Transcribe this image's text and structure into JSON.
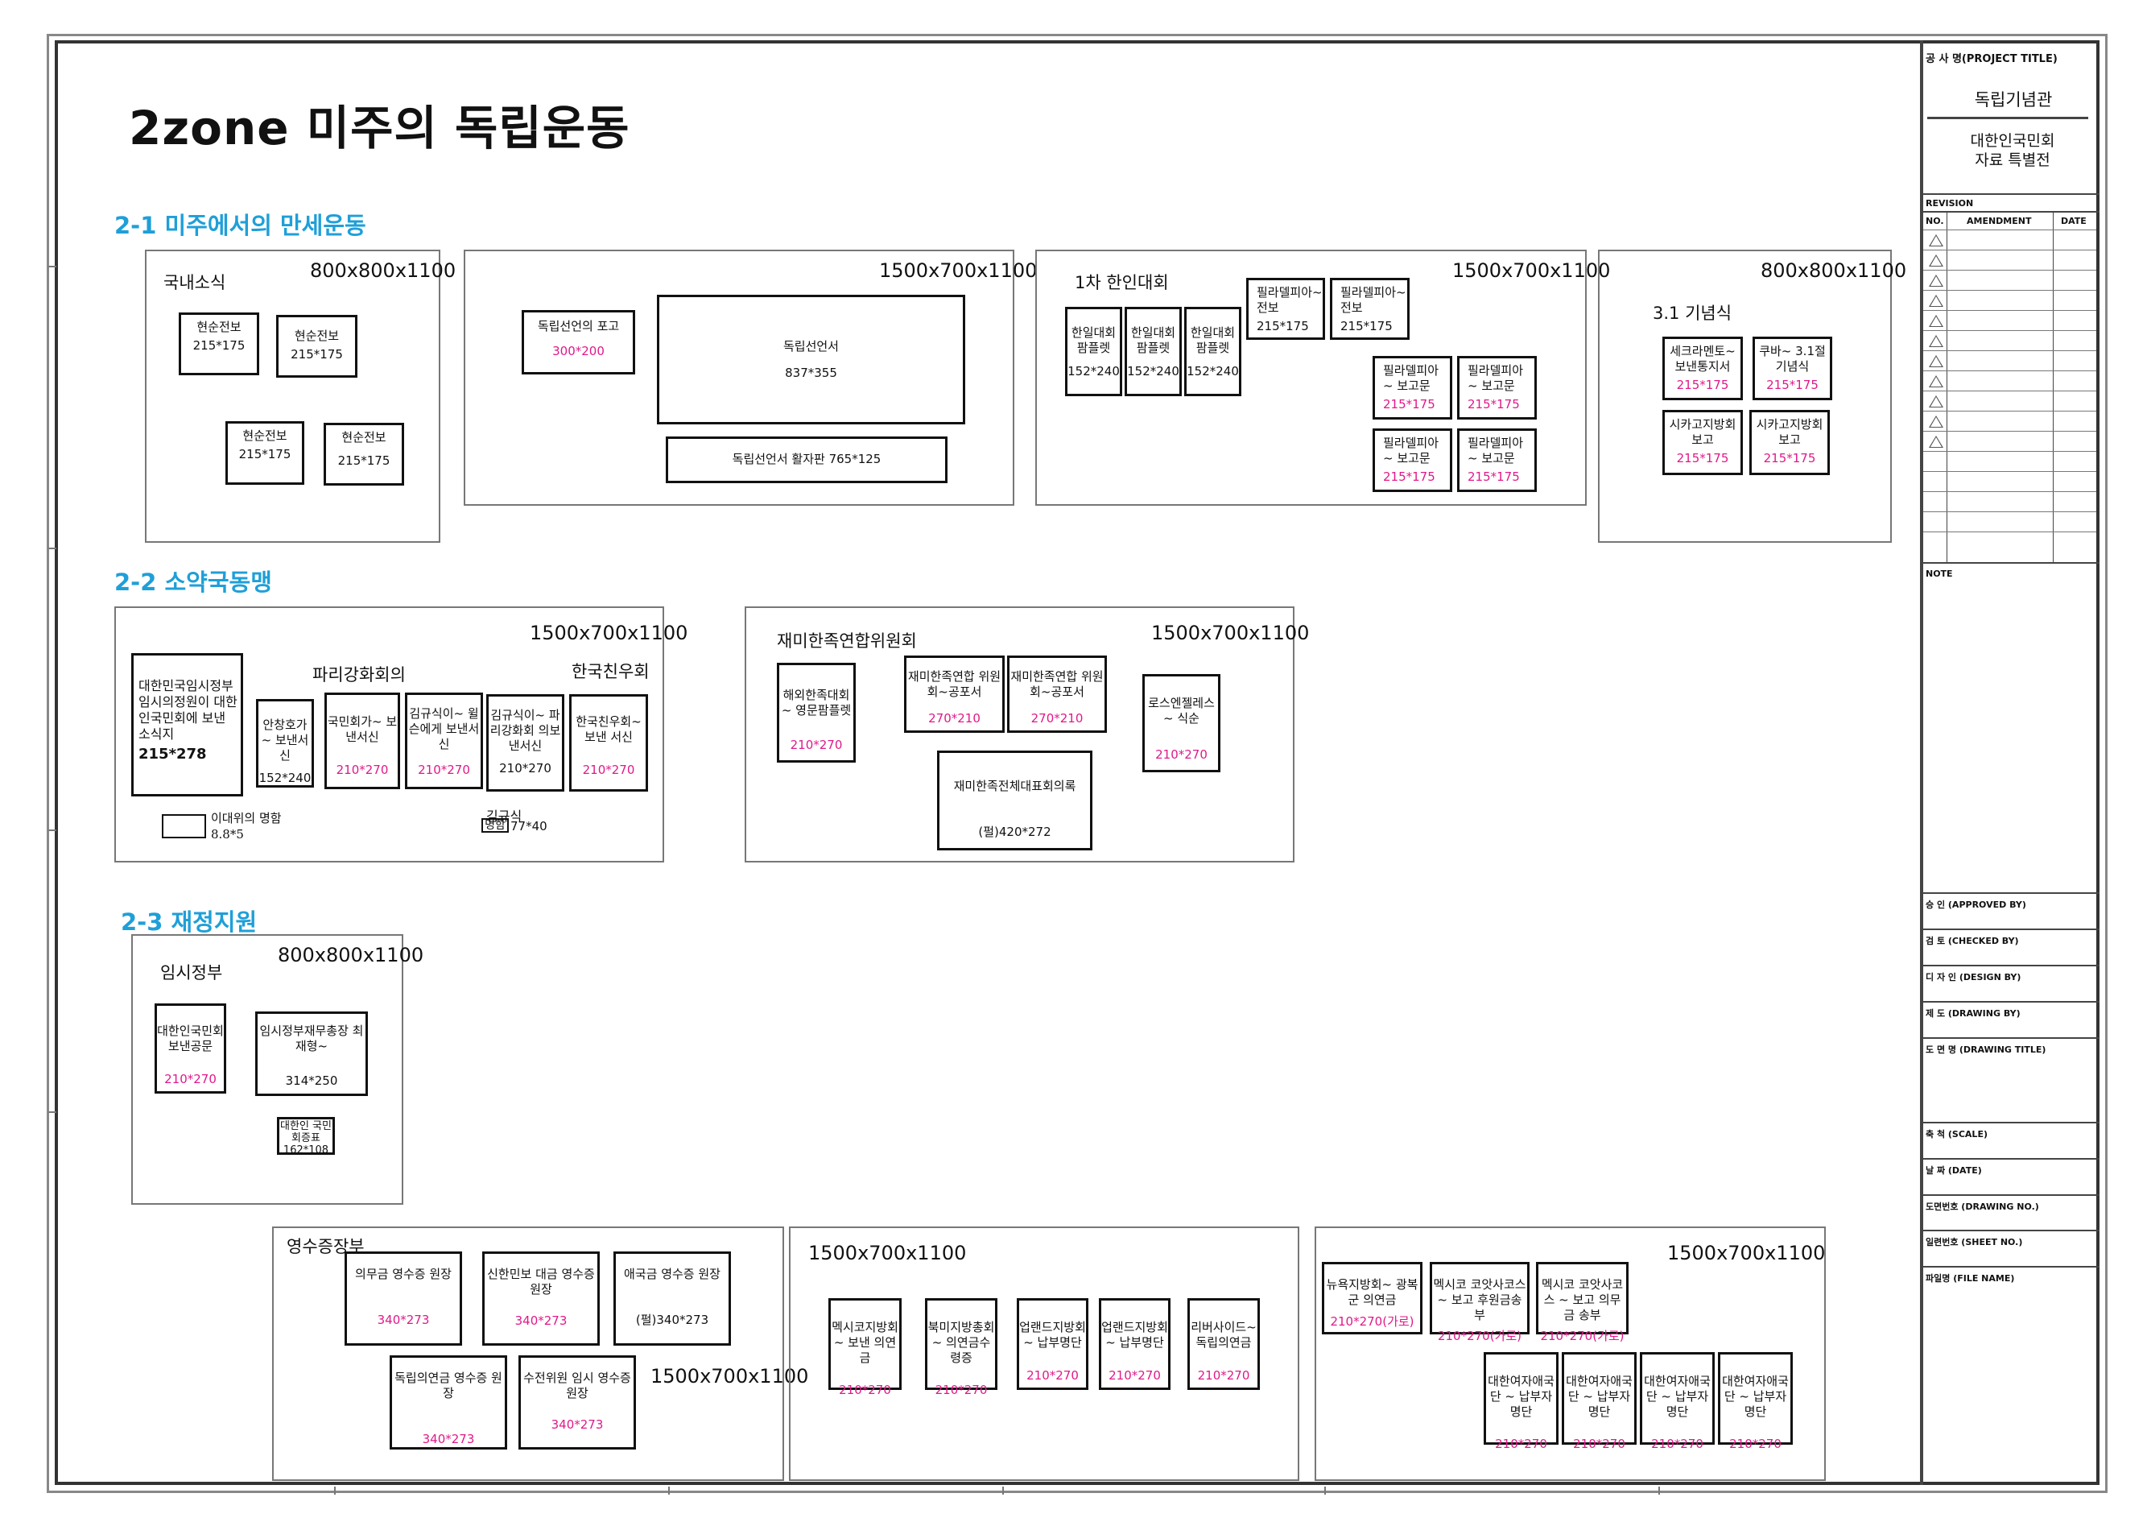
{
  "title": "2zone 미주의 독립운동",
  "colors": {
    "section": "#1f9fd8",
    "dimension_pink": "#e0198a"
  },
  "sections": {
    "s1": "2-1 미주에서의 만세운동",
    "s2": "2-2 소약국동맹",
    "s3": "2-3 재정지원"
  },
  "panels": {
    "p1": {
      "label": "국내소식",
      "size": "800x800x1100",
      "items": [
        [
          "현순전보",
          "215*175"
        ],
        [
          "현순전보",
          "215*175"
        ],
        [
          "현순전보",
          "215*175"
        ],
        [
          "현순전보",
          "215*175"
        ]
      ]
    },
    "p2": {
      "size": "1500x700x1100",
      "items": [
        [
          "독립선언의 포고",
          "300*200"
        ],
        [
          "독립선언서",
          "837*355"
        ],
        [
          "독립선언서 활자판   765*125",
          ""
        ]
      ]
    },
    "p3": {
      "label": "1차 한인대회",
      "size": "1500x700x1100",
      "items": [
        [
          "한일대회 팜플렛",
          "152*240"
        ],
        [
          "한일대회 팜플렛",
          "152*240"
        ],
        [
          "한일대회 팜플렛",
          "152*240"
        ],
        [
          "필라델피아~ 전보",
          "215*175"
        ],
        [
          "필라델피아~ 전보",
          "215*175"
        ],
        [
          "필라델피아 ~ 보고문",
          "215*175"
        ],
        [
          "필라델피아 ~ 보고문",
          "215*175"
        ],
        [
          "필라델피아 ~ 보고문",
          "215*175"
        ],
        [
          "필라델피아 ~ 보고문",
          "215*175"
        ]
      ]
    },
    "p4": {
      "label": "3.1 기념식",
      "size": "800x800x1100",
      "items": [
        [
          "세크라멘토~ 보낸통지서",
          "215*175"
        ],
        [
          "쿠바~ 3.1절 기념식",
          "215*175"
        ],
        [
          "시카고지방회 보고",
          "215*175"
        ],
        [
          "시카고지방회 보고",
          "215*175"
        ]
      ]
    },
    "p5": {
      "label1": "파리강화회의",
      "label2": "한국친우회",
      "size": "1500x700x1100",
      "items": [
        [
          "대한민국임시정부 임시의정원이 대한인국민회에 보낸 소식지",
          "215*278"
        ],
        [
          "안창호가~ 보낸서신",
          "152*240"
        ],
        [
          "국민회가~ 보낸서신",
          "210*270"
        ],
        [
          "김규식이~ 윌슨에게 보낸서신",
          "210*270"
        ],
        [
          "김규식이~ 파리강화회 의보낸서신",
          "210*270"
        ],
        [
          "한국친우회~ 보낸 서신",
          "210*270"
        ]
      ],
      "note1": "이대위의 명함 8.8*5",
      "note2": "김규식",
      "note3": "명함",
      "note4": "77*40"
    },
    "p6": {
      "label": "재미한족연합위원회",
      "size": "1500x700x1100",
      "items": [
        [
          "해외한족대회~ 영문팜플렛",
          "210*270"
        ],
        [
          "재미한족연합 위원회~공포서",
          "270*210"
        ],
        [
          "재미한족연합 위원회~공포서",
          "270*210"
        ],
        [
          "로스엔젤레스 ~ 식순",
          "210*270"
        ],
        [
          "재미한족전체대표회의록",
          "(펄)420*272"
        ]
      ]
    },
    "p7": {
      "label": "임시정부",
      "size": "800x800x1100",
      "items": [
        [
          "대한인국민회 보낸공문",
          "210*270"
        ],
        [
          "임시정부재무총장 최재형~",
          "314*250"
        ],
        [
          "대한인 국민회증표",
          "162*108"
        ]
      ]
    },
    "p8": {
      "label": "영수증장부",
      "size": "1500x700x1100",
      "items": [
        [
          "의무금 영수증 원장",
          "340*273"
        ],
        [
          "신한민보 대금 영수증 원장",
          "340*273"
        ],
        [
          "애국금 영수증 원장",
          "(펄)340*273"
        ],
        [
          "독립의연금 영수증 원장",
          "340*273"
        ],
        [
          "수전위원 임시 영수증 원장",
          "340*273"
        ]
      ]
    },
    "p9": {
      "size": "1500x700x1100",
      "items": [
        [
          "멕시코지방회 ~ 보낸 의연금",
          "210*270"
        ],
        [
          "북미지방총회~ 의연금수령증",
          "210*270"
        ],
        [
          "업랜드지방회 ~ 납부명단",
          "210*270"
        ],
        [
          "업랜드지방회 ~ 납부명단",
          "210*270"
        ],
        [
          "리버사이드~ 독립의연금",
          "210*270"
        ]
      ]
    },
    "p10": {
      "size": "1500x700x1100",
      "items": [
        [
          "뉴욕지방회~ 광복군 의연금",
          "210*270(가로)"
        ],
        [
          "멕시코 코앗사코스 ~ 보고 후원금송부",
          "210*270(가로)"
        ],
        [
          "멕시코 코앗사코스 ~ 보고 의무금 송부",
          "210*270(가로)"
        ],
        [
          "대한여자애국단 ~ 납부자명단",
          "210*270"
        ],
        [
          "대한여자애국단 ~ 납부자명단",
          "210*270"
        ],
        [
          "대한여자애국단 ~ 납부자명단",
          "210*270"
        ],
        [
          "대한여자애국단 ~ 납부자명단",
          "210*270"
        ]
      ]
    }
  },
  "title_block": {
    "project_title": "공 사 명(PROJECT TITLE)",
    "project_name": "독립기념관",
    "project_sub1": "대한인국민회",
    "project_sub2": "자료 특별전",
    "revision": "REVISION",
    "rev_cols": [
      "NO.",
      "AMENDMENT",
      "DATE"
    ],
    "note": "NOTE",
    "approved": "승 인 (APPROVED BY)",
    "checked": "검 토 (CHECKED BY)",
    "design": "디 자 인 (DESIGN BY)",
    "drawing_by": "제 도 (DRAWING BY)",
    "drawing_title": "도 면 명 (DRAWING TITLE)",
    "scale": "축 척 (SCALE)",
    "date": "날 짜 (DATE)",
    "drawing_no": "도면번호 (DRAWING NO.)",
    "sheet_no": "일련번호 (SHEET NO.)",
    "file_name": "파일명 (FILE NAME)"
  }
}
